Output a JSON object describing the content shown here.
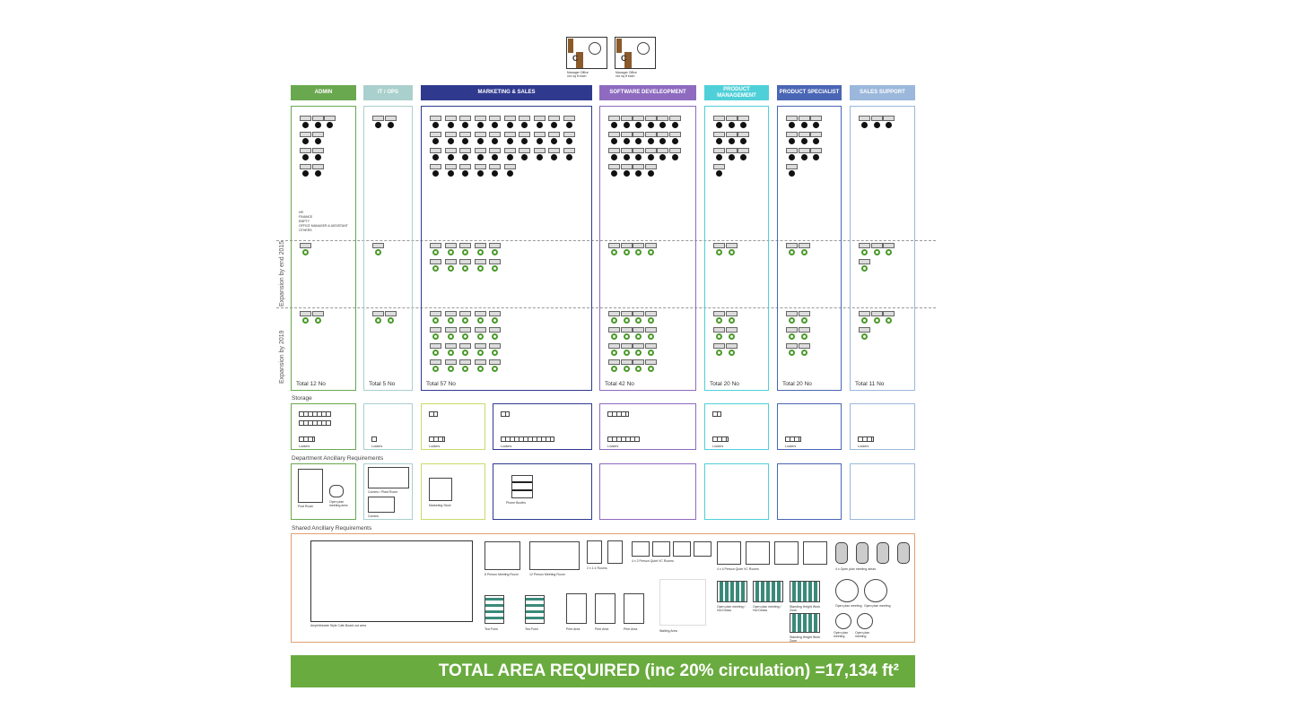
{
  "top_offices": [
    {
      "label": "Manager Office",
      "sub": "xxx sq ft each",
      "initials": "C"
    },
    {
      "label": "Manager Office",
      "sub": "xxx sq ft each",
      "initials": "C"
    }
  ],
  "departments": [
    {
      "name": "ADMIN",
      "color": "#6aa84f",
      "total": "Total 12 No",
      "notes": [
        "HR",
        "FINANCE",
        "EMPTY",
        "OFFICE MANAGER & ASSISTANT",
        "OTHERS"
      ],
      "current": [
        3,
        2,
        2,
        2
      ],
      "exp2015": [
        1
      ],
      "exp2019": [
        2
      ]
    },
    {
      "name": "IT / OPS",
      "color": "#a9d0cc",
      "total": "Total 5 No",
      "current": [
        2
      ],
      "exp2015": [
        1
      ],
      "exp2019": [
        2
      ]
    },
    {
      "name": "MARKETING & SALES",
      "color": "#2f3a8f",
      "total": "Total 57 No",
      "current": [
        10,
        10,
        10,
        6
      ],
      "exp2015": [
        5,
        5
      ],
      "exp2019": [
        5,
        5,
        5,
        5
      ]
    },
    {
      "name": "SOFTWARE DEVELEOPMENT",
      "color": "#8e6bbf",
      "total": "Total 42 No",
      "current": [
        6,
        6,
        6,
        4
      ],
      "exp2015": [
        4
      ],
      "exp2019": [
        4,
        4,
        4,
        4
      ]
    },
    {
      "name": "PRODUCT MANAGEMENT",
      "color": "#4fd0d8",
      "total": "Total 20 No",
      "current": [
        3,
        3,
        3,
        1
      ],
      "exp2015": [
        2
      ],
      "exp2019": [
        2,
        2,
        2
      ]
    },
    {
      "name": "PRODUCT SPECIALIST",
      "color": "#4a66b5",
      "total": "Total 20 No",
      "current": [
        3,
        3,
        3,
        1
      ],
      "exp2015": [
        2
      ],
      "exp2019": [
        2,
        2,
        2
      ]
    },
    {
      "name": "SALES SUPPORT",
      "color": "#9bb8dc",
      "total": "Total 11 No",
      "current": [
        3
      ],
      "exp2015": [
        3,
        1
      ],
      "exp2019": [
        3,
        1
      ]
    }
  ],
  "phases": {
    "exp2015": "Expansion by end 2015",
    "exp2019": "Expansion by 2019"
  },
  "sections": {
    "storage": "Storage",
    "dept_ancillary": "Department Ancillary Requirements",
    "shared_ancillary": "Shared Ancillary Requirements"
  },
  "storage_label": "Lockers",
  "dept_ancillary": {
    "post_room": "Post Room",
    "open_meeting": "Open plan meeting area",
    "comms_plant": "Comms / Plant Room",
    "comms": "Comms",
    "marketing_store": "Marketing Store",
    "phone_booths": "Phone Booths"
  },
  "shared": {
    "cafe": "Amphitheatre Style Cafe Board out area",
    "meet8": "8 Person Meeting Room",
    "meet12": "12 Person Meeting Room",
    "one2one": "2 x 1:1 Rooms",
    "vc2": "4 x 2 Person Quiet VC Rooms",
    "vc4": "4 x 4 Person Quiet VC Rooms",
    "openmeet4": "4 x Open plan meeting areas",
    "tea1": "Tea Point",
    "tea2": "Tea Point",
    "print1": "Print Area",
    "print2": "Print Area",
    "print3": "Print Area",
    "waiting": "Waiting Area",
    "hot1": "Open plan meeting / Hot Desks",
    "hot2": "Open plan meeting / Hot Desks",
    "stand1": "Standing Height Work Zone",
    "stand2": "Standing Height Work Zone",
    "om1": "Open plan meeting",
    "om2": "Open plan meeting",
    "om3": "Open plan meeting",
    "om4": "Open plan meeting"
  },
  "banner": "TOTAL AREA REQUIRED (inc 20% circulation) =17,134 ft²"
}
